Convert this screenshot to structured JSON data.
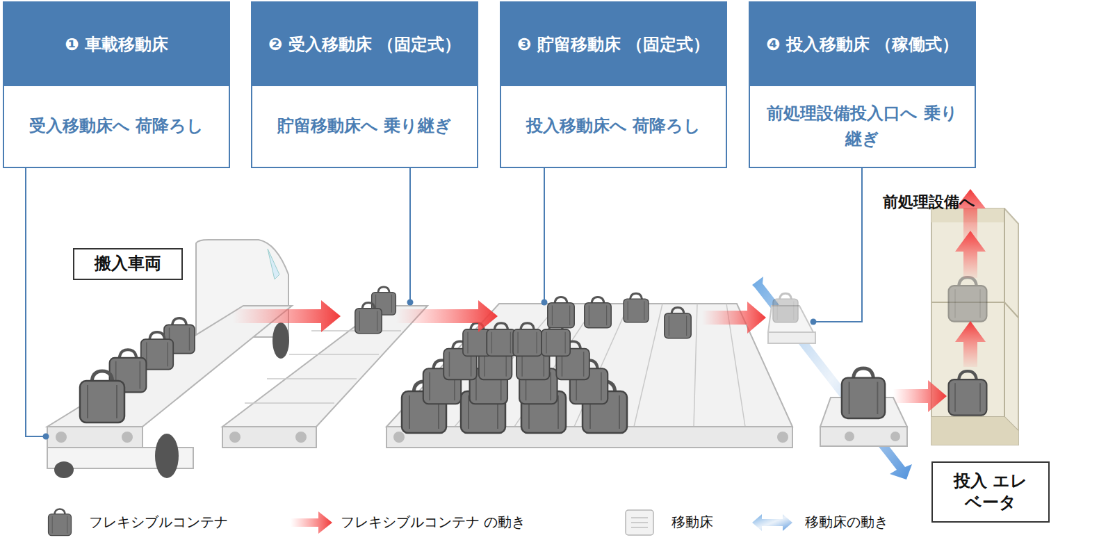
{
  "diagram": {
    "nodes": [
      {
        "text": [
          "❶ 車載移動床",
          "受入移動床へ 荷降ろし"
        ]
      },
      {
        "text": [
          "❷ 受入移動床 （固定式）",
          "貯留移動床へ 乗り継ぎ"
        ]
      },
      {
        "text": [
          "❸ 貯留移動床 （固定式）",
          "投入移動床へ 荷降ろし"
        ]
      },
      {
        "text": [
          "❹ 投入移動床 （稼働式）",
          "前処理設備投入口へ 乗り継ぎ"
        ]
      },
      {
        "text": [
          "搬入車両"
        ]
      },
      {
        "text": [
          "投入 エレベータ"
        ]
      }
    ],
    "labels": [
      "前処理設備へ"
    ],
    "legend": [
      {
        "text": "フレキシブルコンテナ"
      },
      {
        "text": "フレキシブルコンテナ の動き"
      },
      {
        "text": "移動床"
      },
      {
        "text": "移動床の動き"
      }
    ]
  }
}
